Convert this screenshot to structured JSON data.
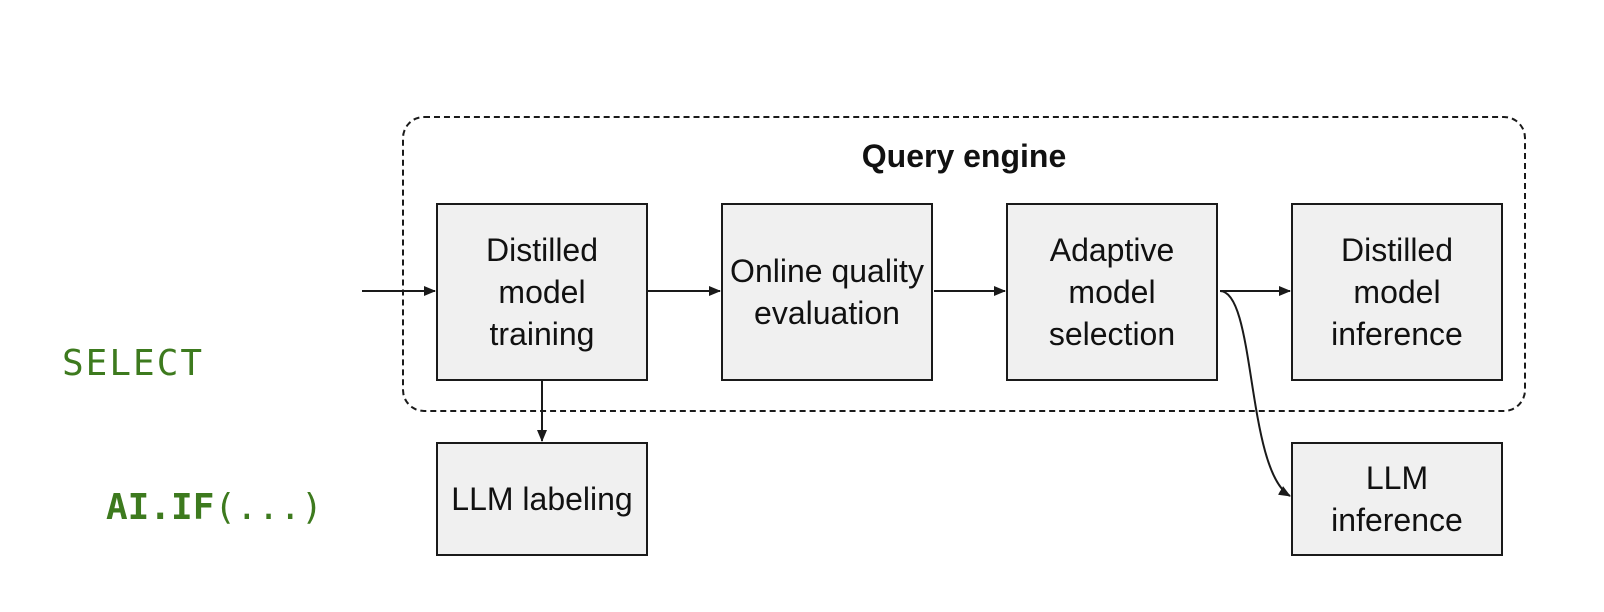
{
  "query_engine": {
    "title": "Query engine"
  },
  "sql": {
    "keyword": "SELECT",
    "function_name": "AI.IF",
    "function_args": "(...)"
  },
  "nodes": {
    "distilled_model_training": "Distilled model training",
    "online_quality_evaluation": "Online quality evaluation",
    "adaptive_model_selection": "Adaptive model selection",
    "distilled_model_inference": "Distilled model inference",
    "llm_labeling": "LLM labeling",
    "llm_inference": "LLM inference"
  },
  "colors": {
    "code_green": "#3d7a1e",
    "node_fill": "#f0f0f0",
    "stroke": "#1a1a1a"
  }
}
